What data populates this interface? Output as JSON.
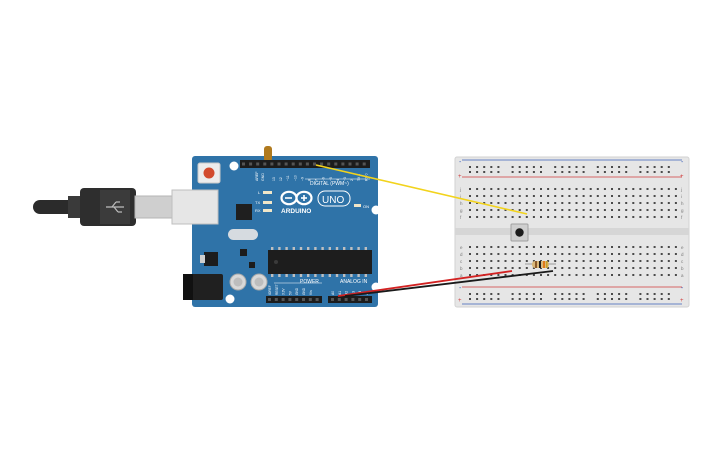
{
  "board": {
    "digital_label": "DIGITAL (PWM~)",
    "brand": "ARDUINO",
    "model": "UNO",
    "on_label": "ON",
    "tx_label": "TX",
    "rx_label": "RX",
    "l_label": "L",
    "power_label": "POWER",
    "analog_label": "ANALOG IN",
    "aref_label": "AREF",
    "gnd_label": "GND",
    "analog_pins": [
      "A0",
      "A1",
      "A2",
      "A3",
      "A4",
      "A5"
    ],
    "power_pins": [
      "IOREF",
      "RESET",
      "3.3V",
      "5V",
      "GND",
      "GND",
      "Vin"
    ],
    "digital_pins": [
      "13",
      "12",
      "~11",
      "~10",
      "~9",
      "8",
      "7",
      "~6",
      "~5",
      "4",
      "~3",
      "2",
      "TX 1",
      "RX 0"
    ]
  },
  "breadboard": {
    "rail_plus": "+",
    "rail_minus": "-",
    "row_letters_top": [
      "j",
      "i",
      "h",
      "g",
      "f"
    ],
    "row_letters_bottom": [
      "e",
      "d",
      "c",
      "b",
      "a"
    ]
  },
  "colors": {
    "board_blue": "#2f73a8",
    "breadboard": "#e6e6e6",
    "wire_signal": "#f2d31c",
    "wire_power": "#d22222",
    "wire_ground": "#1a1a1a",
    "rail_red": "#d03a3a",
    "rail_blue": "#3a5fb8"
  }
}
